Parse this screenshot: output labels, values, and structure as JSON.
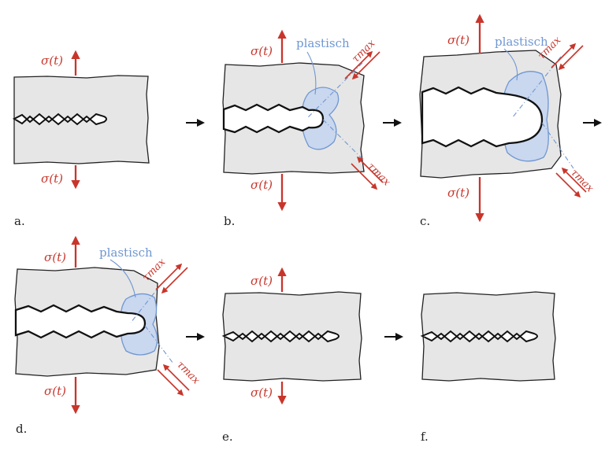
{
  "labels": {
    "sigma": "σ(t)",
    "tau": "τmax",
    "plastic": "plastisch"
  },
  "panels": [
    {
      "id": "a",
      "label": "a.",
      "stage": "closed-crack"
    },
    {
      "id": "b",
      "label": "b.",
      "stage": "opening-plastic-zone"
    },
    {
      "id": "c",
      "label": "c.",
      "stage": "max-opening-plastic-zone"
    },
    {
      "id": "d",
      "label": "d.",
      "stage": "closing-plastic-zone"
    },
    {
      "id": "e",
      "label": "e.",
      "stage": "closed-crack"
    },
    {
      "id": "f",
      "label": "f.",
      "stage": "closed-crack"
    }
  ],
  "colors": {
    "stress": "#c8352b",
    "plastic_fill": "#c9d7ef",
    "plastic_stroke": "#6f97d2",
    "specimen_fill": "#e6e6e6",
    "outline": "#222222",
    "crack": "#111111"
  }
}
